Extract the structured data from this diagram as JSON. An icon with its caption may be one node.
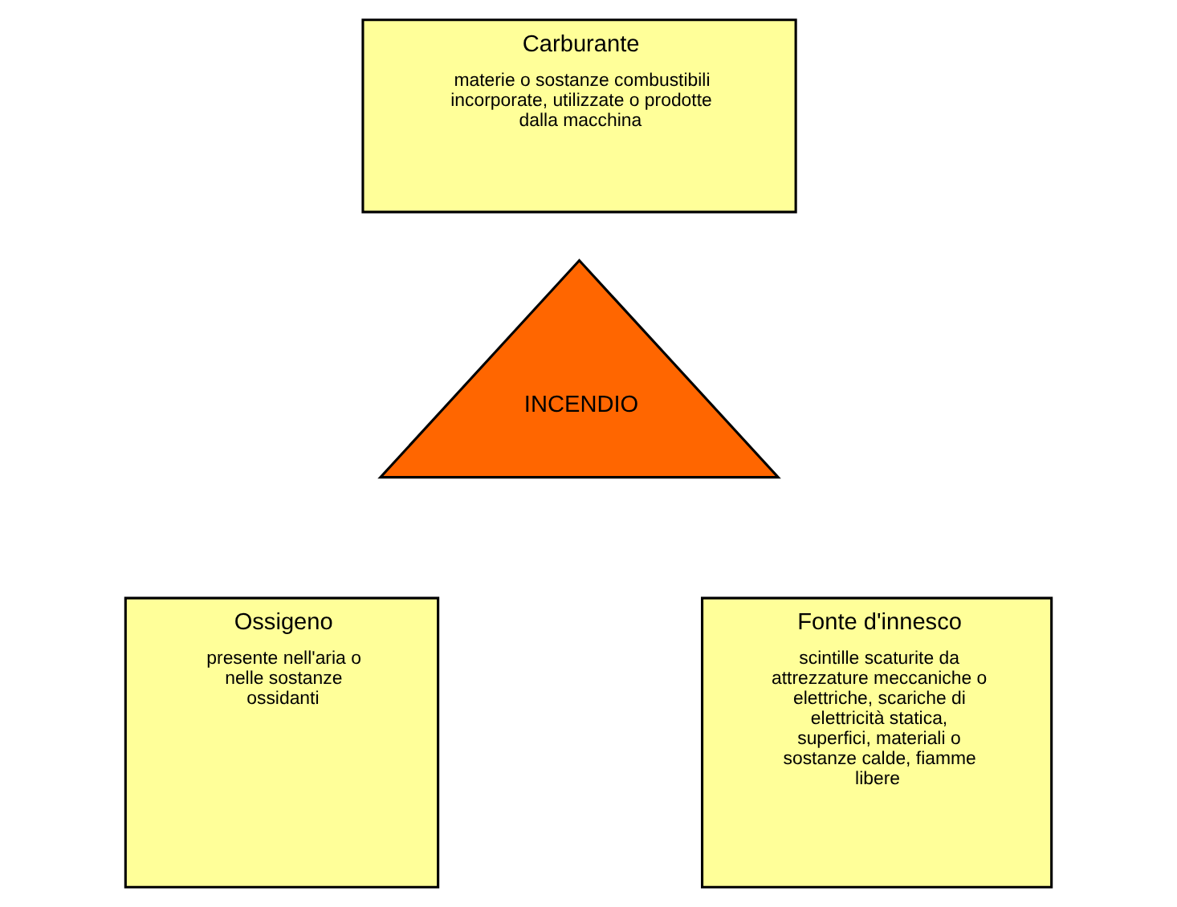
{
  "diagram": {
    "nodes": [
      {
        "text": [
          "Carburante",
          "materie o sostanze combustibili incorporate, utilizzate o prodotte dalla macchina"
        ]
      },
      {
        "text": [
          "INCENDIO"
        ]
      },
      {
        "text": [
          "Ossigeno",
          "presente nell'aria o nelle sostanze ossidanti"
        ]
      },
      {
        "text": [
          "Fonte d'innesco",
          "scintille scaturite da attrezzature meccaniche o elettriche, scariche di elettricità statica, superfici, materiali o sostanze calde, fiamme libere"
        ]
      }
    ],
    "edges": []
  }
}
